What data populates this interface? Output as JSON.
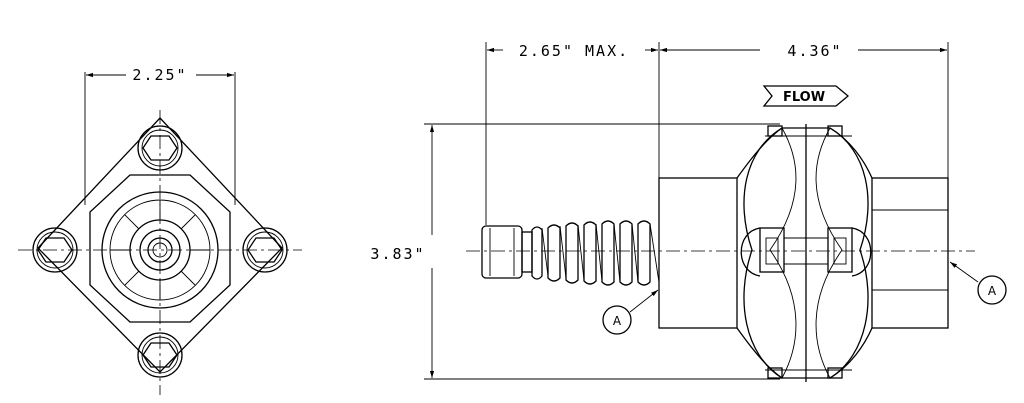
{
  "front_view": {
    "width_dimension": "2.25\""
  },
  "side_view": {
    "spring_dimension": "2.65\" MAX.",
    "body_dimension": "4.36\"",
    "height_dimension": "3.83\"",
    "flow_label": "FLOW",
    "callout_left": "A",
    "callout_right": "A"
  }
}
